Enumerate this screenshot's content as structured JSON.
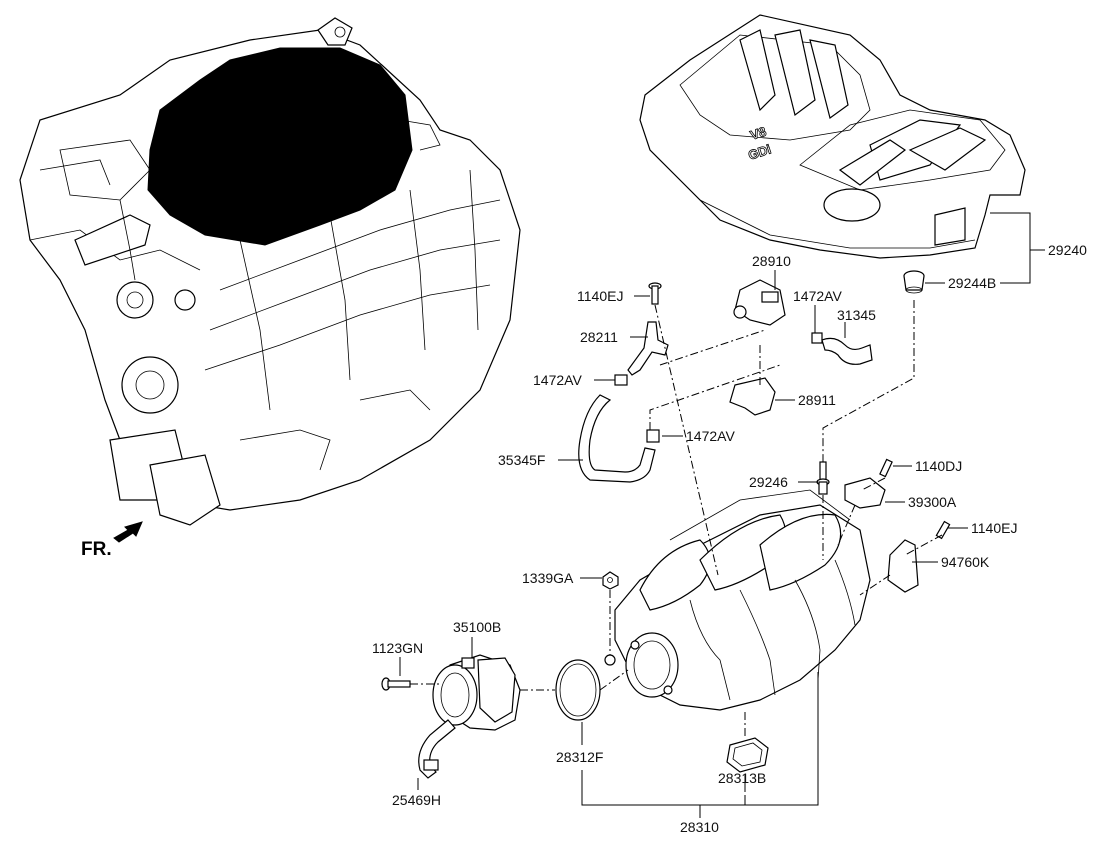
{
  "diagram": {
    "front_marker": "FR.",
    "engine_cover_emblem": [
      "V8",
      "GDi"
    ],
    "labels": {
      "l_29240": "29240",
      "l_29244B": "29244B",
      "l_28910": "28910",
      "l_1472AV_a": "1472AV",
      "l_31345": "31345",
      "l_1140EJ_a": "1140EJ",
      "l_28211": "28211",
      "l_1472AV_b": "1472AV",
      "l_28911": "28911",
      "l_1472AV_c": "1472AV",
      "l_35345F": "35345F",
      "l_29246": "29246",
      "l_1140DJ": "1140DJ",
      "l_39300A": "39300A",
      "l_1140EJ_b": "1140EJ",
      "l_94760K": "94760K",
      "l_1339GA": "1339GA",
      "l_35100B": "35100B",
      "l_1123GN": "1123GN",
      "l_28312F": "28312F",
      "l_28313B": "28313B",
      "l_25469H": "25469H",
      "l_28310": "28310"
    }
  }
}
